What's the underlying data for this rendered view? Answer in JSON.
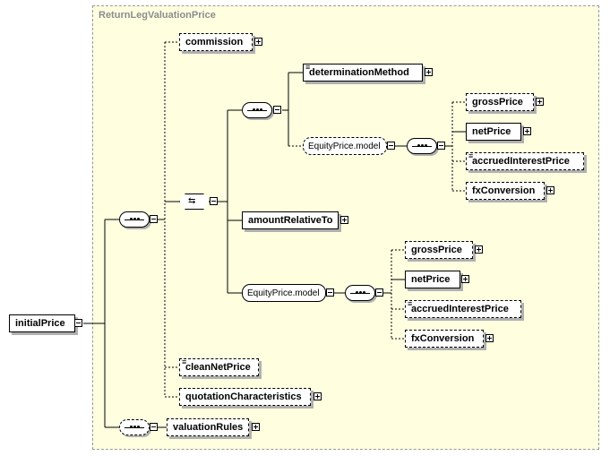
{
  "diagram": {
    "frame_title": "ReturnLegValuationPrice",
    "root": "initialPrice",
    "elements": {
      "commission": "commission",
      "determinationMethod": "determinationMethod",
      "equity_model_1": "EquityPrice.model",
      "grossPrice_1": "grossPrice",
      "netPrice_1": "netPrice",
      "accruedInterestPrice_1": "accruedInterestPrice",
      "fxConversion_1": "fxConversion",
      "amountRelativeTo": "amountRelativeTo",
      "equity_model_2": "EquityPrice.model",
      "grossPrice_2": "grossPrice",
      "netPrice_2": "netPrice",
      "accruedInterestPrice_2": "accruedInterestPrice",
      "fxConversion_2": "fxConversion",
      "cleanNetPrice": "cleanNetPrice",
      "quotationCharacteristics": "quotationCharacteristics",
      "valuationRules": "valuationRules"
    }
  }
}
